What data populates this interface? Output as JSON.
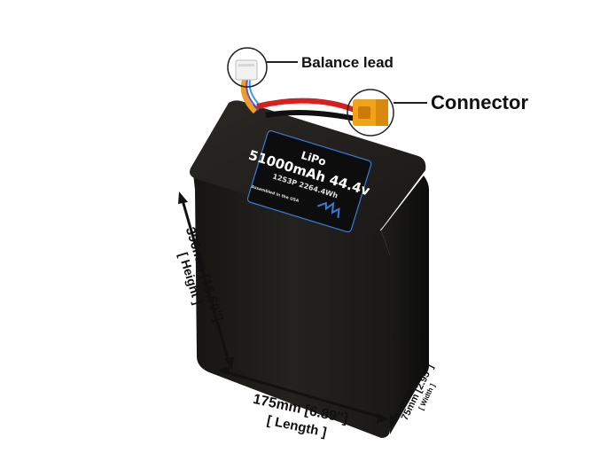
{
  "callouts": {
    "balance_lead": "Balance lead",
    "connector": "Connector"
  },
  "label": {
    "chemistry": "LiPo",
    "capacity_voltage": "51000mAh 44.4v",
    "config_energy": "12S3P 2264.4Wh",
    "assembled": "Assembled in the USA"
  },
  "dimensions": {
    "height": "396mm [15.59\"]",
    "height_caption": "[ Height ]",
    "length": "175mm [6.89\"]",
    "length_caption": "[ Length ]",
    "width": "75mm [2.95\"]",
    "width_caption": "[ Width ]"
  },
  "colors": {
    "battery_body": "#1c1b19",
    "label_border": "#3a7bd5",
    "main_wire": "#d81e1e",
    "connector": "#f0a21a"
  }
}
